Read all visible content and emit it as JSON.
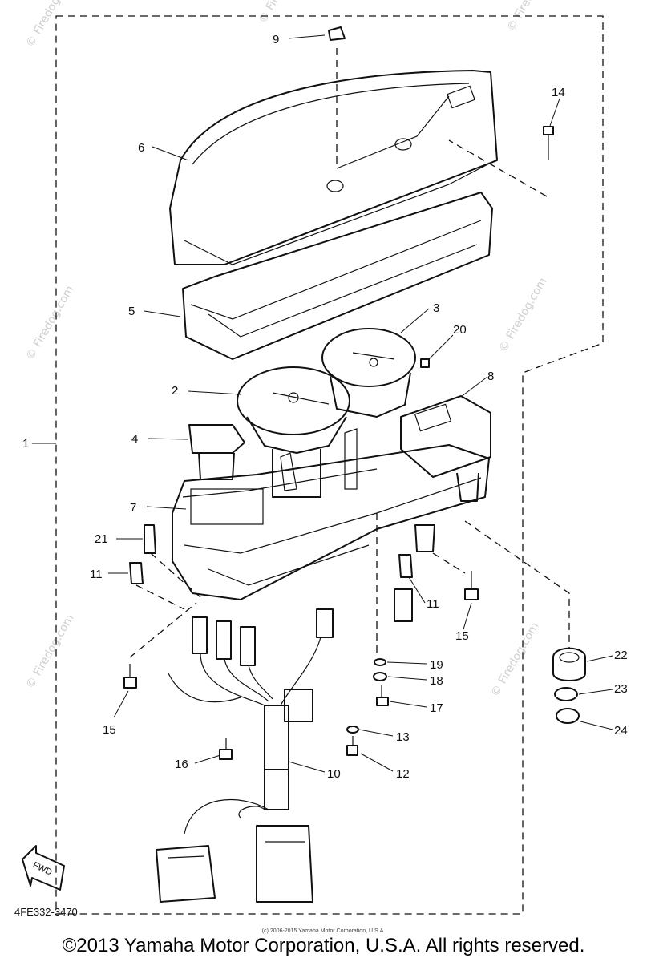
{
  "diagram": {
    "code": "4FE332-3470",
    "copyright_footer": "©2013 Yamaha Motor Corporation, U.S.A. All rights reserved.",
    "small_copyright": "(c) 2006-2015 Yamaha Motor Corporation, U.S.A.",
    "watermark": "© Firedog.com",
    "fwd_label": "FWD",
    "callouts": [
      "1",
      "2",
      "3",
      "4",
      "5",
      "6",
      "7",
      "8",
      "9",
      "10",
      "11",
      "11",
      "12",
      "13",
      "14",
      "15",
      "15",
      "16",
      "17",
      "18",
      "19",
      "20",
      "21",
      "22",
      "23",
      "24"
    ]
  }
}
